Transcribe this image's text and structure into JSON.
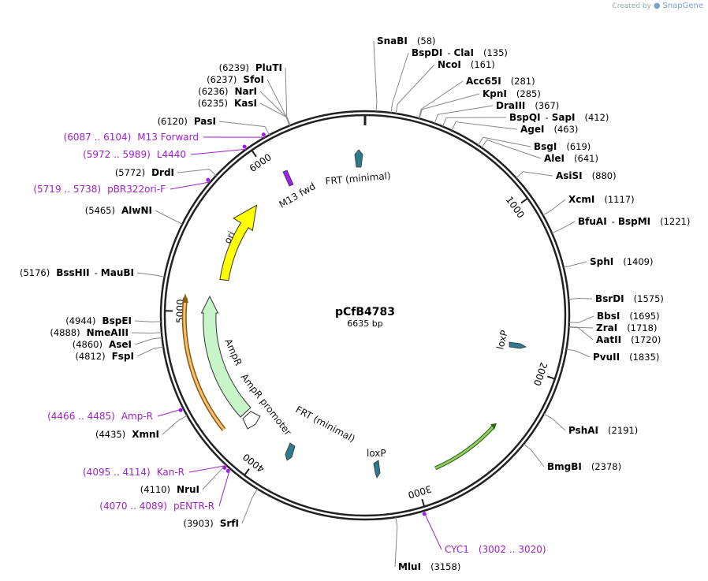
{
  "plasmid": {
    "name": "pCfB4783",
    "length_label": "6635 bp",
    "length": 6635
  },
  "credit": {
    "prefix": "Created by",
    "brand": "SnapGene",
    "icon": "snapgene-logo-icon"
  },
  "colors": {
    "primer": "#a020c8",
    "ori": "#ffff00",
    "ampr": "#c8f5c8",
    "orange": "#f0a030",
    "green": "#4aa020",
    "loxp": "#2f7a8e",
    "primer_site": "#a020f0"
  },
  "ruler_ticks": [
    {
      "label": "1000",
      "pos": 1000
    },
    {
      "label": "2000",
      "pos": 2000
    },
    {
      "label": "3000",
      "pos": 3000
    },
    {
      "label": "4000",
      "pos": 4000
    },
    {
      "label": "5000",
      "pos": 5000
    },
    {
      "label": "6000",
      "pos": 6000
    }
  ],
  "enzymes_right": [
    {
      "name": "SnaBI",
      "pos": "(58)",
      "site": 58
    },
    {
      "name": "BspDI",
      "sep": "-",
      "name2": "ClaI",
      "pos": "(135)",
      "site": 135
    },
    {
      "name": "NcoI",
      "pos": "(161)",
      "site": 161
    },
    {
      "name": "Acc65I",
      "pos": "(281)",
      "site": 281
    },
    {
      "name": "KpnI",
      "pos": "(285)",
      "site": 285
    },
    {
      "name": "DraIII",
      "pos": "(367)",
      "site": 367
    },
    {
      "name": "BspQI",
      "sep": "-",
      "name2": "SapI",
      "pos": "(412)",
      "site": 412
    },
    {
      "name": "AgeI",
      "pos": "(463)",
      "site": 463
    },
    {
      "name": "BsgI",
      "pos": "(619)",
      "site": 619
    },
    {
      "name": "AleI",
      "pos": "(641)",
      "site": 641
    },
    {
      "name": "AsiSI",
      "pos": "(880)",
      "site": 880
    },
    {
      "name": "XcmI",
      "pos": "(1117)",
      "site": 1117
    },
    {
      "name": "BfuAI",
      "sep": "-",
      "name2": "BspMI",
      "pos": "(1221)",
      "site": 1221
    },
    {
      "name": "SphI",
      "pos": "(1409)",
      "site": 1409
    },
    {
      "name": "BsrDI",
      "pos": "(1575)",
      "site": 1575
    },
    {
      "name": "BbsI",
      "pos": "(1695)",
      "site": 1695
    },
    {
      "name": "ZraI",
      "pos": "(1718)",
      "site": 1718
    },
    {
      "name": "AatII",
      "pos": "(1720)",
      "site": 1720
    },
    {
      "name": "PvuII",
      "pos": "(1835)",
      "site": 1835
    },
    {
      "name": "PshAI",
      "pos": "(2191)",
      "site": 2191
    },
    {
      "name": "BmgBI",
      "pos": "(2378)",
      "site": 2378
    },
    {
      "name": "MluI",
      "pos": "(3158)",
      "site": 3158
    }
  ],
  "enzymes_left": [
    {
      "name": "PluTI",
      "pos": "(6239)",
      "site": 6239
    },
    {
      "name": "SfoI",
      "pos": "(6237)",
      "site": 6237
    },
    {
      "name": "NarI",
      "pos": "(6236)",
      "site": 6236
    },
    {
      "name": "KasI",
      "pos": "(6235)",
      "site": 6235
    },
    {
      "name": "PasI",
      "pos": "(6120)",
      "site": 6120
    },
    {
      "name": "DrdI",
      "pos": "(5772)",
      "site": 5772
    },
    {
      "name": "AlwNI",
      "pos": "(5465)",
      "site": 5465
    },
    {
      "name": "BssHII",
      "sep": "-",
      "name2": "MauBI",
      "pos": "(5176)",
      "site": 5176
    },
    {
      "name": "BspEI",
      "pos": "(4944)",
      "site": 4944
    },
    {
      "name": "NmeAIII",
      "pos": "(4888)",
      "site": 4888
    },
    {
      "name": "AseI",
      "pos": "(4860)",
      "site": 4860
    },
    {
      "name": "FspI",
      "pos": "(4812)",
      "site": 4812
    },
    {
      "name": "XmnI",
      "pos": "(4435)",
      "site": 4435
    },
    {
      "name": "NruI",
      "pos": "(4110)",
      "site": 4110
    },
    {
      "name": "SrfI",
      "pos": "(3903)",
      "site": 3903
    }
  ],
  "primers": [
    {
      "range": "(6087 .. 6104)",
      "name": "M13 Forward",
      "site": 6095
    },
    {
      "range": "(5972 .. 5989)",
      "name": "L4440",
      "site": 5980
    },
    {
      "range": "(5719 .. 5738)",
      "name": "pBR322ori-F",
      "site": 5728
    },
    {
      "range": "(4466 .. 4485)",
      "name": "Amp-R",
      "site": 4475
    },
    {
      "range": "(4095 .. 4114)",
      "name": "Kan-R",
      "site": 4104
    },
    {
      "range": "(4070 .. 4089)",
      "name": "pENTR-R",
      "site": 4080
    },
    {
      "range": "(3002 .. 3020)",
      "name": "CYC1",
      "site": 3011
    }
  ],
  "features": {
    "m13fwd": "M13 fwd",
    "frt_top": "FRT (minimal)",
    "frt_bottom": "FRT (minimal)",
    "ori": "ori",
    "ampr": "AmpR",
    "ampr_promoter": "AmpR promoter",
    "loxp_right": "loxP",
    "loxp_bottom": "loxP"
  }
}
